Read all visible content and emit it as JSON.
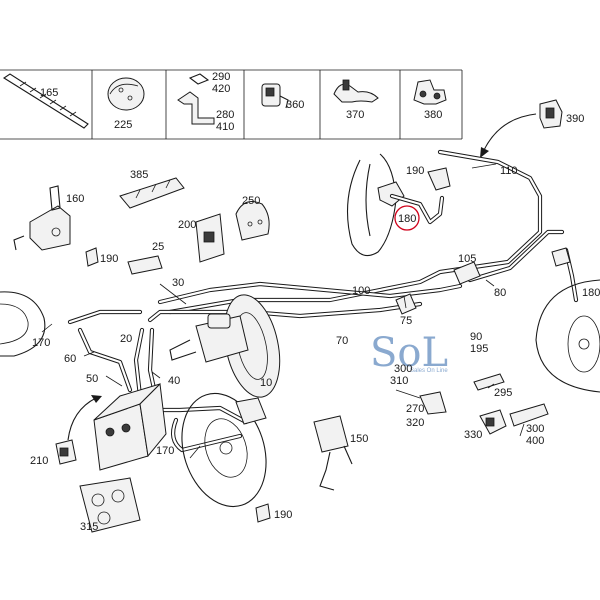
{
  "diagram": {
    "header_parts": [
      {
        "id": "cell-1",
        "label": "165"
      },
      {
        "id": "cell-2",
        "label": "225"
      },
      {
        "id": "cell-3",
        "labels": [
          "290",
          "420",
          "280",
          "410"
        ]
      },
      {
        "id": "cell-4",
        "label": "360"
      },
      {
        "id": "cell-5",
        "label": "370"
      },
      {
        "id": "cell-6",
        "label": "380"
      }
    ],
    "callouts": {
      "c390": "390",
      "c190a": "190",
      "c110": "110",
      "c180": "180",
      "c160": "160",
      "c385": "385",
      "c250": "250",
      "c200": "200",
      "c25": "25",
      "c190b": "190",
      "c105": "105",
      "c100": "100",
      "c75": "75",
      "c80": "80",
      "c180b": "180",
      "c30": "30",
      "c170a": "170",
      "c20": "20",
      "c70": "70",
      "c90": "90",
      "c195": "195",
      "c60": "60",
      "c50": "50",
      "c40": "40",
      "c10": "10",
      "c300": "300",
      "c310": "310",
      "c295": "295",
      "c270": "270",
      "c320": "320",
      "c330": "330",
      "c300b": "300",
      "c400": "400",
      "c150": "150",
      "c210": "210",
      "c170b": "170",
      "c190c": "190",
      "c315": "315"
    },
    "logo": {
      "text": "SoL",
      "subtitle": "Sales On Line"
    },
    "colors": {
      "line": "#1a1a1a",
      "highlight": "#d0021b",
      "logo": "#8aa9cf"
    }
  }
}
